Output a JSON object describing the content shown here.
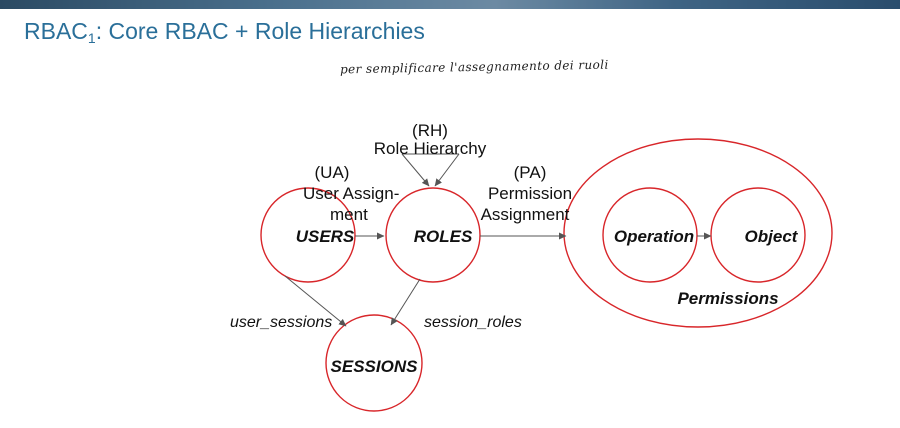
{
  "slide": {
    "title_main": "RBAC",
    "title_sub": "1",
    "title_rest": ": Core RBAC + Role Hierarchies",
    "handwritten_note": "per semplificare l'assegnamento dei ruoli"
  },
  "diagram": {
    "rh_abbr": "(RH)",
    "rh_label": "Role Hierarchy",
    "ua_abbr": "(UA)",
    "ua_line1": "User Assign-",
    "ua_line2": "ment",
    "pa_abbr": "(PA)",
    "pa_line1": "Permission",
    "pa_line2": "Assignment",
    "users": "USERS",
    "roles": "ROLES",
    "sessions": "SESSIONS",
    "operation": "Operation",
    "object": "Object",
    "permissions": "Permissions",
    "user_sessions": "user_sessions",
    "session_roles": "session_roles"
  },
  "colors": {
    "circle_stroke": "#d8262a",
    "title_color": "#2a6f99",
    "arrow_color": "#555555"
  }
}
